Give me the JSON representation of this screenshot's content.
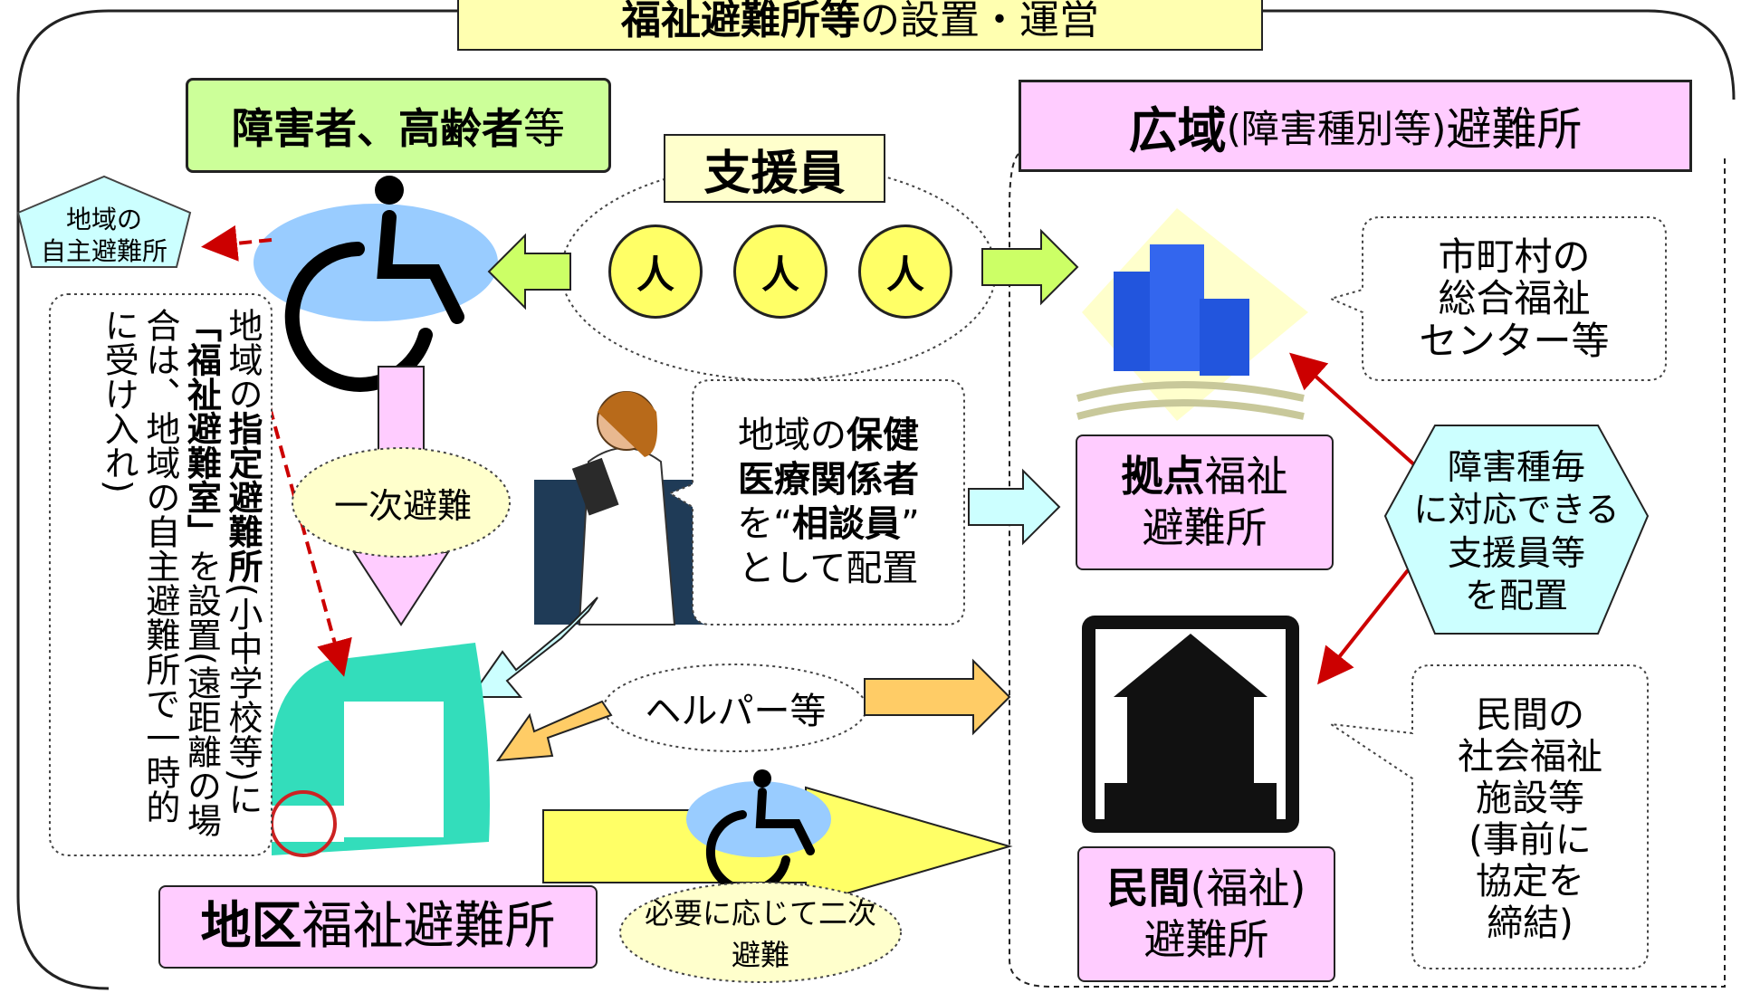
{
  "title": {
    "strong": "福祉避難所等",
    "rest": "の設置・運営"
  },
  "elderly_box": {
    "strong": "障害者、高齢者",
    "rest": "等"
  },
  "support_staff": {
    "label": "支援員",
    "persons": [
      "人",
      "人",
      "人"
    ]
  },
  "wide_area": {
    "strong": "広域",
    "paren": "(障害種別等)",
    "rest": "避難所"
  },
  "local_shelter": {
    "line1": "地域の",
    "line2": "自主避難所"
  },
  "primary_evacuation": "一次避難",
  "designated_note": {
    "col1_a": "地域の",
    "col1_b": "指定避難所",
    "col1_c": "(小中学",
    "col2_a": "校等)に",
    "col2_b": "「福祉避難室」",
    "col2_c": "を設置",
    "col3": "(遠距離の場合は、地域の自",
    "col4": "主避難所で一時的に受け入れ)"
  },
  "health_note": {
    "l1_a": "地域の",
    "l1_b": "保健",
    "l2": "医療関係者",
    "l3_a": "を“",
    "l3_b": "相談員",
    "l3_c": "”",
    "l4": "として配置"
  },
  "helper": "ヘルパー等",
  "district_shelter": {
    "strong": "地区",
    "rest": "福祉避難所"
  },
  "secondary_evacuation": "必要に応じて二次避難",
  "hub_shelter": {
    "strong": "拠点",
    "rest": "福祉",
    "line2": "避難所"
  },
  "private_shelter": {
    "strong": "民間",
    "rest": "(福祉)",
    "line2": "避難所"
  },
  "municipal_note": {
    "l1": "市町村の",
    "l2": "総合福祉",
    "l3": "センター等"
  },
  "hex_note": {
    "l1": "障害種毎",
    "l2": "に対応できる",
    "l3": "支援員等",
    "l4": "を配置"
  },
  "private_note": {
    "l1": "民間の",
    "l2": "社会福祉",
    "l3": "施設等",
    "l4": "(事前に",
    "l5": "協定を",
    "l6": "締結)"
  },
  "colors": {
    "title_bg": "#ffffb0",
    "green": "#ccff99",
    "pink": "#ffccff",
    "yellow": "#ffff66",
    "light_blue": "#ccffff",
    "arrow_red": "#cc0000",
    "teal": "#33ddbb",
    "wheelchair_blob": "#99ccff"
  }
}
